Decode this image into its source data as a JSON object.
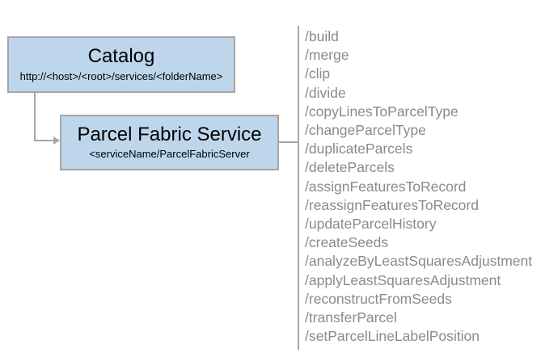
{
  "colors": {
    "box_fill": "#bdd6ec",
    "box_border": "#a6a6a6",
    "box_text": "#000000",
    "connector": "#a6a6a6",
    "endpoint_text": "#8a8a8a"
  },
  "catalog_box": {
    "title": "Catalog",
    "subtitle": "http://<host>/<root>/services/<folderName>"
  },
  "service_box": {
    "title": "Parcel Fabric Service",
    "subtitle": "<serviceName/ParcelFabricServer"
  },
  "endpoints": [
    "/build",
    "/merge",
    "/clip",
    "/divide",
    "/copyLinesToParcelType",
    "/changeParcelType",
    "/duplicateParcels",
    "/deleteParcels",
    "/assignFeaturesToRecord",
    "/reassignFeaturesToRecord",
    "/updateParcelHistory",
    "/createSeeds",
    "/analyzeByLeastSquaresAdjustment",
    "/applyLeastSquaresAdjustment",
    "/reconstructFromSeeds",
    "/transferParcel",
    "/setParcelLineLabelPosition"
  ]
}
